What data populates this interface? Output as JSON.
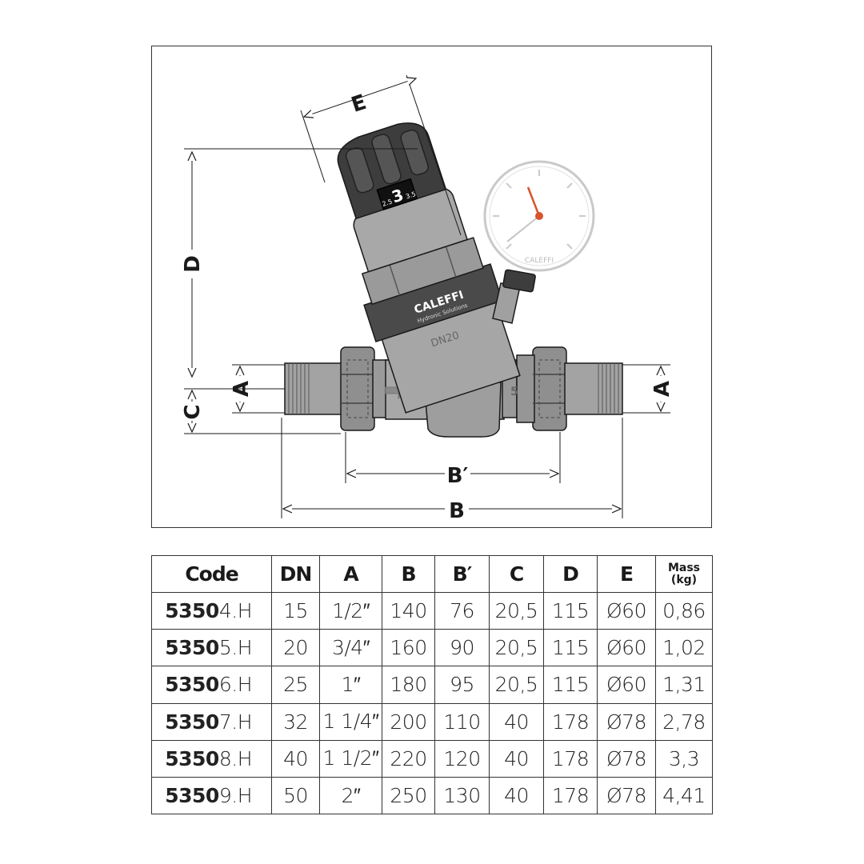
{
  "drawing": {
    "dimension_labels": {
      "E": "E",
      "D": "D",
      "C": "C",
      "A": "A",
      "B_prime": "B′",
      "B": "B"
    },
    "knob": {
      "setting": "3",
      "low": "2.5",
      "high": "3.5"
    },
    "band": {
      "brand": "CALEFFI",
      "tagline": "Hydronic Solutions"
    },
    "body_marking": "DN20",
    "gauge_brand": "CALEFFI",
    "flow_arrow": "arrow-right-icon",
    "colors": {
      "line": "#1a1a1a",
      "metal": "#a3a3a3",
      "dark": "#3d3d3d",
      "band": "#4a4a4a",
      "needle": "#d9532c"
    }
  },
  "table": {
    "headers": {
      "code": "Code",
      "dn": "DN",
      "a": "A",
      "b": "B",
      "bp": "B′",
      "c": "C",
      "d": "D",
      "e": "E",
      "mass_1": "Mass",
      "mass_2": "(kg)"
    },
    "rows": [
      {
        "code_bold": "5350",
        "code_rest": "4.H",
        "dn": "15",
        "a": "1/2″",
        "b": "140",
        "bp": "76",
        "c": "20,5",
        "d": "115",
        "e": "Ø60",
        "mass": "0,86"
      },
      {
        "code_bold": "5350",
        "code_rest": "5.H",
        "dn": "20",
        "a": "3/4″",
        "b": "160",
        "bp": "90",
        "c": "20,5",
        "d": "115",
        "e": "Ø60",
        "mass": "1,02"
      },
      {
        "code_bold": "5350",
        "code_rest": "6.H",
        "dn": "25",
        "a": "1″",
        "b": "180",
        "bp": "95",
        "c": "20,5",
        "d": "115",
        "e": "Ø60",
        "mass": "1,31"
      },
      {
        "code_bold": "5350",
        "code_rest": "7.H",
        "dn": "32",
        "a": "1 1/4″",
        "b": "200",
        "bp": "110",
        "c": "40",
        "d": "178",
        "e": "Ø78",
        "mass": "2,78"
      },
      {
        "code_bold": "5350",
        "code_rest": "8.H",
        "dn": "40",
        "a": "1 1/2″",
        "b": "220",
        "bp": "120",
        "c": "40",
        "d": "178",
        "e": "Ø78",
        "mass": "3,3"
      },
      {
        "code_bold": "5350",
        "code_rest": "9.H",
        "dn": "50",
        "a": "2″",
        "b": "250",
        "bp": "130",
        "c": "40",
        "d": "178",
        "e": "Ø78",
        "mass": "4,41"
      }
    ]
  }
}
